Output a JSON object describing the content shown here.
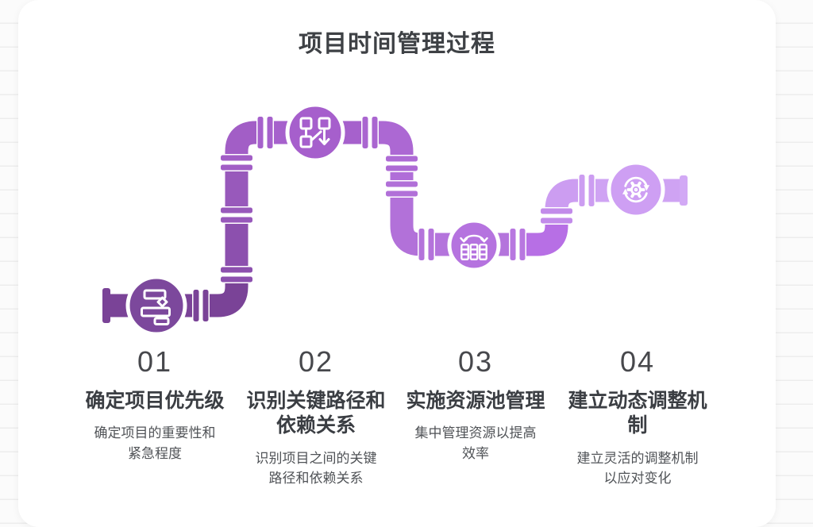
{
  "title": "项目时间管理过程",
  "background": {
    "page_color": "#fbfbfb",
    "rule_line_color": "#ededed",
    "card_color": "#ffffff"
  },
  "text_colors": {
    "title": "#3E4145",
    "number": "#47484C",
    "heading": "#3B3E43",
    "description": "#505357"
  },
  "steps": [
    {
      "number": "01",
      "heading": "确定项目优先级",
      "description": "确定项目的重要性和紧急程度",
      "icon": "gantt-bars-icon",
      "node_color": "#7C489C"
    },
    {
      "number": "02",
      "heading": "识别关键路径和依赖关系",
      "description": "识别项目之间的关键路径和依赖关系",
      "icon": "dependency-graph-icon",
      "node_color": "#A65FCC"
    },
    {
      "number": "03",
      "heading": "实施资源池管理",
      "description": "集中管理资源以提高效率",
      "icon": "resource-pool-icon",
      "node_color": "#B573DF"
    },
    {
      "number": "04",
      "heading": "建立动态调整机制",
      "description": "建立灵活的调整机制以应对变化",
      "icon": "sync-gear-icon",
      "node_color": "#CE9FF3"
    }
  ],
  "pipeline": {
    "segment_colors": [
      "#7A4397",
      "#8C50AE",
      "#9859BB",
      "#A25EC6",
      "#A661CC",
      "#AC68D3",
      "#B06ED8",
      "#B271D9",
      "#B474DC",
      "#B76FE5",
      "#CC9DF1",
      "#CFA3F3"
    ],
    "coupling_colors": [
      "#7A4397",
      "#8C50AE",
      "#9859BB",
      "#A25EC6",
      "#A661CC",
      "#AA66D0",
      "#AE6BD5",
      "#B170D8",
      "#B473DB",
      "#B877E0",
      "#C28BEA",
      "#CC9DF1"
    ],
    "cap_colors": [
      "#7A4397",
      "#D2A9F5"
    ]
  }
}
